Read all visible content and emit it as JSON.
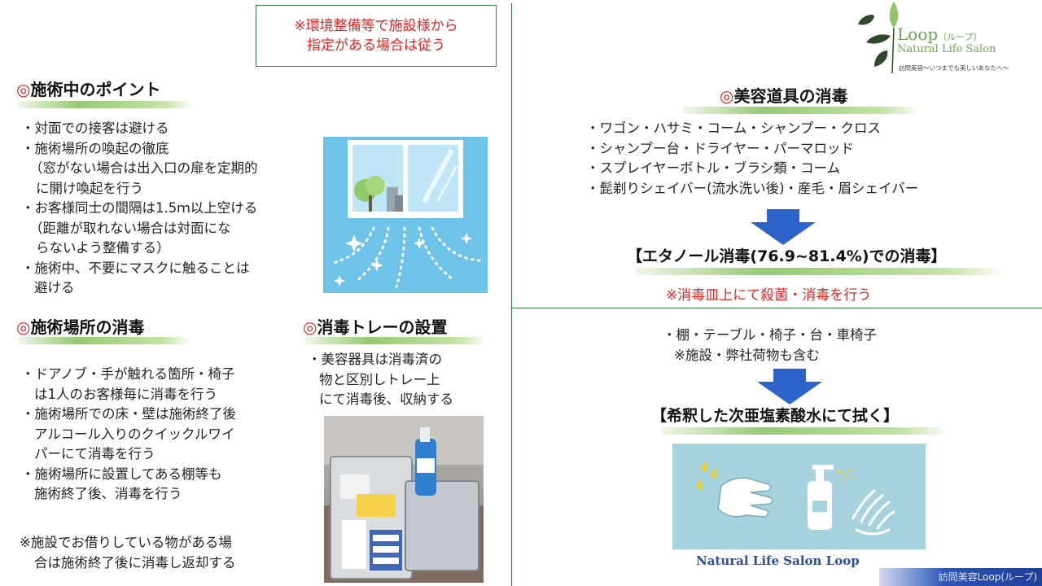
{
  "note_box": {
    "line1": "※環境整備等で施設様から",
    "line2": "指定がある場合は従う"
  },
  "logo": {
    "name": "Loop",
    "kana": "（ループ）",
    "subtitle": "Natural Life Salon",
    "tagline": "訪問美容〜いつまでも美しいあなたへ〜"
  },
  "section1": {
    "mark": "◎",
    "title": "施術中のポイント",
    "items": [
      "・対面での接客は避ける",
      "・施術場所の喚起の徹底",
      "（窓がない場合は出入口の扉を定期的",
      "に開け喚起を行う",
      "・お客様同士の間隔は1.5ｍ以上空ける",
      "（距離が取れない場合は対面にな",
      "らないよう整備する）",
      "・施術中、不要にマスクに触ることは",
      "避ける"
    ]
  },
  "section2": {
    "mark": "◎",
    "title": "施術場所の消毒",
    "items": [
      "・ドアノブ・手が触れる箇所・椅子",
      "は1人のお客様毎に消毒を行う",
      "・施術場所での床・壁は施術終了後",
      "アルコール入りのクイックルワイ",
      "パーにて消毒を行う",
      "・施術場所に設置してある棚等も",
      "施術終了後、消毒を行う"
    ],
    "note": [
      "※施設でお借りしている物がある場",
      "合は施術終了後に消毒し返却する"
    ]
  },
  "section3": {
    "mark": "◎",
    "title": "消毒トレーの設置",
    "items": [
      "・美容器具は消毒済の",
      "物と区別しトレー上",
      "にて消毒後、収納する"
    ]
  },
  "section4": {
    "mark": "◎",
    "title": "美容道具の消毒",
    "items": [
      "・ワゴン・ハサミ・コーム・シャンプー・クロス",
      "・シャンプー台・ドライヤー・パーマロッド",
      "・スプレイヤーボトル・ブラシ類・コーム",
      "・髭剃りシェイバー(流水洗い後)・産毛・眉シェイバー"
    ],
    "result": "【エタノール消毒(76.9~81.4%)での消毒】",
    "note": "※消毒皿上にて殺菌・消毒を行う"
  },
  "section5": {
    "items": [
      "・棚・テーブル・椅子・台・車椅子",
      "※施設・弊社荷物も含む"
    ],
    "result": "【希釈した次亜塩素酸水にて拭く】",
    "image_caption": "Natural Life Salon Loop"
  },
  "footer": {
    "text": "訪問美容Loop(ループ)"
  },
  "colors": {
    "accent_red": "#e8231f",
    "line_green": "#2f7d3a",
    "arrow_blue": "#2e63c9",
    "window_blue": "#6ec3e8"
  }
}
